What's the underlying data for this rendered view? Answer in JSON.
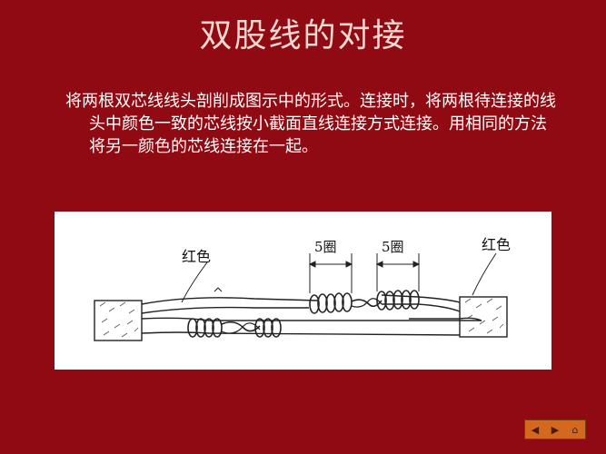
{
  "slide": {
    "title": "双股线的对接",
    "paragraph": "将两根双芯线线头剖削成图示中的形式。连接时，将两根待连接的线头中颜色一致的芯线按小截面直线连接方式连接。用相同的方法将另一颜色的芯线连接在一起。"
  },
  "figure": {
    "label_left": "红色",
    "label_right": "红色",
    "turns_left": "5圈",
    "turns_right": "5圈"
  },
  "nav": {
    "prev_icon": "◀",
    "next_icon": "▶",
    "home_icon": "⌂"
  }
}
